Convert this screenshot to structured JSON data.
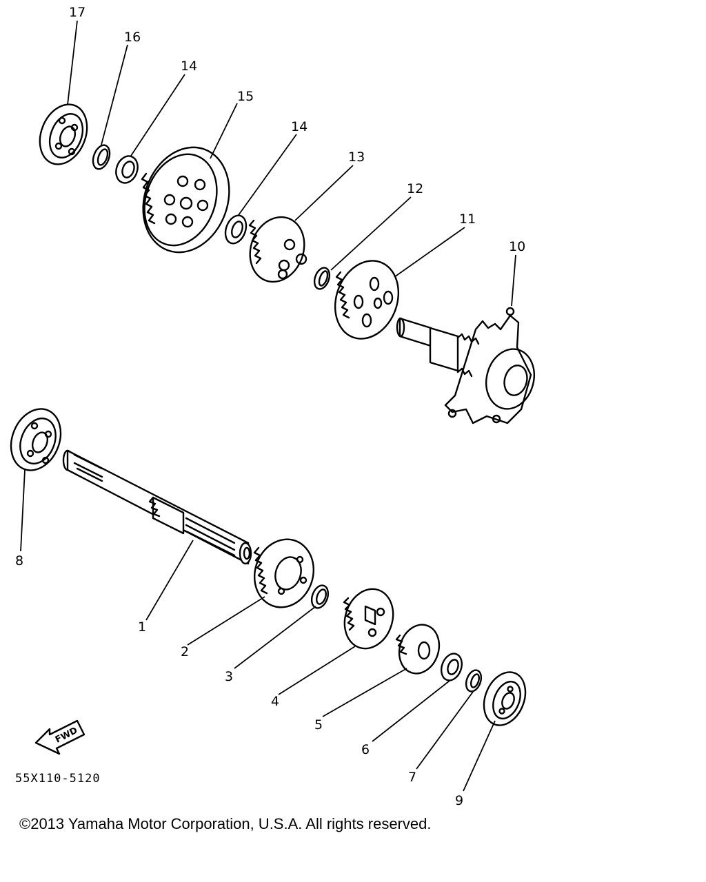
{
  "diagram": {
    "callouts": {
      "c1": "1",
      "c2": "2",
      "c3": "3",
      "c4": "4",
      "c5": "5",
      "c6": "6",
      "c7": "7",
      "c8": "8",
      "c9": "9",
      "c10": "10",
      "c11": "11",
      "c12": "12",
      "c13": "13",
      "c14a": "14",
      "c14b": "14",
      "c15": "15",
      "c16": "16",
      "c17": "17"
    },
    "fwd_label": "FWD",
    "reference_code": "55X110-5120"
  },
  "footer": {
    "copyright": "©2013 Yamaha Motor Corporation, U.S.A. All rights reserved."
  }
}
